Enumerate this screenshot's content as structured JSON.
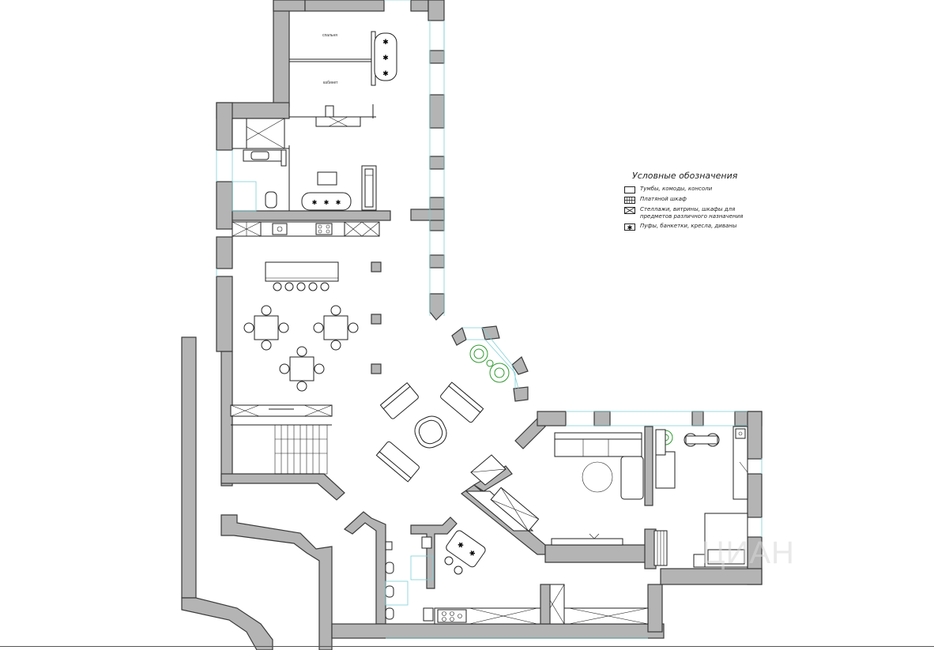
{
  "rooms": {
    "upper_room_1": "спальня",
    "upper_room_2": "кабинет"
  },
  "legend": {
    "title": "Условные обозначения",
    "items": [
      {
        "icon": "cabinet-icon",
        "label": "Тумбы, комоды, консоли"
      },
      {
        "icon": "wardrobe-icon",
        "label": "Платяной шкаф"
      },
      {
        "icon": "shelving-icon",
        "label": "Стеллажи, витрины, шкафы для предметов различного назначения"
      },
      {
        "icon": "seating-icon",
        "label": "Пуфы, банкетки, кресла, диваны"
      }
    ]
  },
  "watermark": "ЦИАН",
  "colors": {
    "wall": "#b4b4b4",
    "window": "#8fd0d8",
    "plant": "#2e9b2e",
    "line": "#222222"
  }
}
